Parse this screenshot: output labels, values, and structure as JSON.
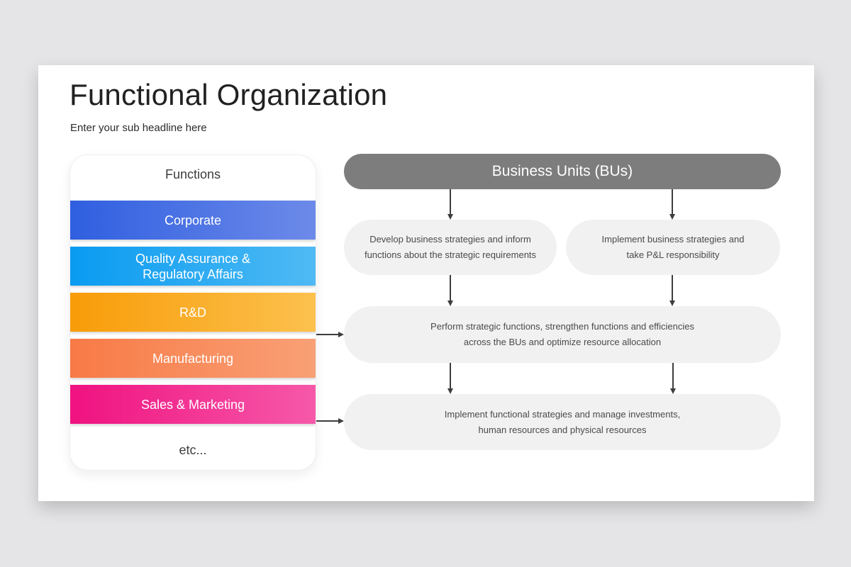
{
  "slide": {
    "title": "Functional Organization",
    "subtitle": "Enter your sub headline here"
  },
  "functions_panel": {
    "header": "Functions",
    "items": [
      {
        "label": "Corporate",
        "color_from": "#2f5fe0",
        "color_to": "#6d8ae9"
      },
      {
        "label": "Quality Assurance & Regulatory Affairs",
        "color_from": "#099bf1",
        "color_to": "#4fbaf4"
      },
      {
        "label": "R&D",
        "color_from": "#f89c08",
        "color_to": "#fcc14e"
      },
      {
        "label": "Manufacturing",
        "color_from": "#f87a46",
        "color_to": "#f9a076"
      },
      {
        "label": "Sales & Marketing",
        "color_from": "#f01280",
        "color_to": "#f659a9"
      }
    ],
    "footer": "etc..."
  },
  "business_units": {
    "header": "Business Units (BUs)",
    "header_color": "#7d7d7d",
    "box_bg": "#f1f1f2",
    "arrow_color": "#3d3d3d",
    "boxes": {
      "develop": {
        "line1": "Develop business strategies and inform",
        "line2": "functions about the strategic requirements"
      },
      "implement_pl": {
        "line1": "Implement business strategies and",
        "line2": "take P&L responsibility"
      },
      "perform": {
        "line1": "Perform strategic functions, strengthen functions and efficiencies",
        "line2": "across the BUs and optimize resource allocation"
      },
      "implement_functional": {
        "line1": "Implement functional strategies and manage investments,",
        "line2": "human resources and physical resources"
      }
    }
  }
}
